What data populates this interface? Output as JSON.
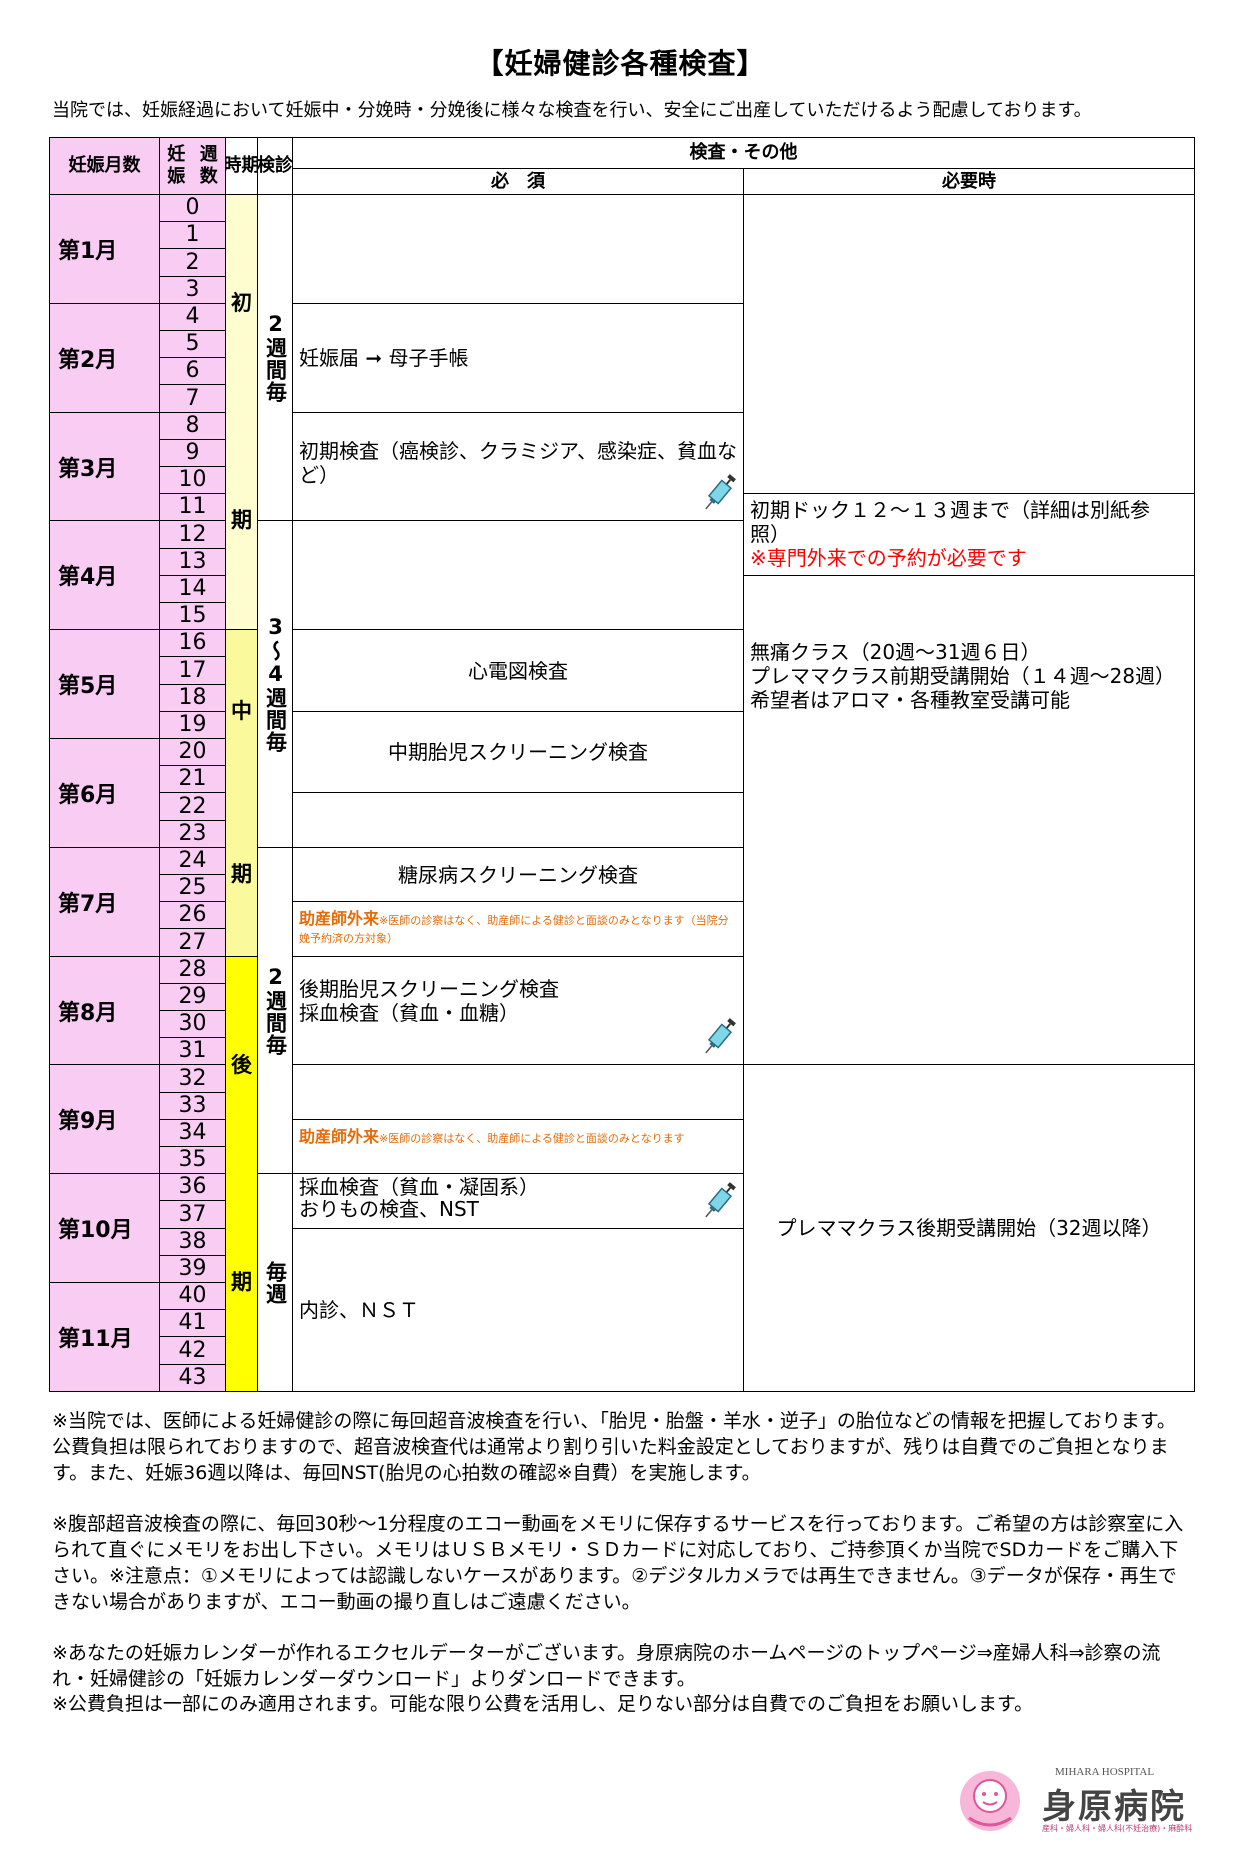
{
  "title": "【妊婦健診各種検査】",
  "intro": "当院では、妊娠経過において妊娠中・分娩時・分娩後に様々な検査を行い、安全にご出産していただけるよう配慮しております。",
  "headers": {
    "month": "妊娠月数",
    "week_l1": "妊娠",
    "week_l2": "週数",
    "period_l1": "時",
    "period_l2": "期",
    "exam_l1": "検",
    "exam_l2": "診",
    "tests": "検査・その他",
    "required": "必　須",
    "when_needed": "必要時"
  },
  "months": [
    "第1月",
    "第2月",
    "第3月",
    "第4月",
    "第5月",
    "第6月",
    "第7月",
    "第8月",
    "第9月",
    "第10月",
    "第11月"
  ],
  "weeks": [
    "0",
    "1",
    "2",
    "3",
    "4",
    "5",
    "6",
    "7",
    "8",
    "9",
    "10",
    "11",
    "12",
    "13",
    "14",
    "15",
    "16",
    "17",
    "18",
    "19",
    "20",
    "21",
    "22",
    "23",
    "24",
    "25",
    "26",
    "27",
    "28",
    "29",
    "30",
    "31",
    "32",
    "33",
    "34",
    "35",
    "36",
    "37",
    "38",
    "39",
    "40",
    "41",
    "42",
    "43"
  ],
  "periods": {
    "early_1": "初",
    "early_2": "期",
    "mid_1": "中",
    "mid_2": "期",
    "late_1": "後",
    "late_2": "期"
  },
  "exam_intervals": {
    "a": "2週間毎",
    "b": "3〜4週間毎",
    "c": "2週間毎",
    "d": "毎週"
  },
  "required": {
    "r2": "妊娠届 ➞ 母子手帳",
    "r3": "初期検査（癌検診、クラミジア、感染症、貧血など）",
    "r5": "心電図検査",
    "r6": "中期胎児スクリーニング検査",
    "r8": "糖尿病スクリーニング検査",
    "r9_label": "助産師外来",
    "r9_note": "※医師の診察はなく、助産師による健診と面談のみとなります（当院分娩予約済の方対象）",
    "r10_l1": "後期胎児スクリーニング検査",
    "r10_l2": "採血検査（貧血・血糖）",
    "r12_label": "助産師外来",
    "r12_note": "※医師の診察はなく、助産師による健診と面談のみとなります",
    "r13_l1": "採血検査（貧血・凝固系）",
    "r13_l2": "おりもの検査、NST",
    "r14": "内診、ＮＳＴ"
  },
  "when_needed": {
    "n1": "初期ドック１２〜１３週まで（詳細は別紙参照）",
    "n1_red": "※専門外来での予約が必要です",
    "n2_l1": "無痛クラス（20週〜31週６日）",
    "n2_l2": "プレママクラス前期受講開始（１４週〜28週）",
    "n2_l3": "希望者はアロマ・各種教室受講可能",
    "n3": "プレママクラス後期受講開始（32週以降）"
  },
  "notes": [
    "※当院では、医師による妊婦健診の際に毎回超音波検査を行い、「胎児・胎盤・羊水・逆子」の胎位などの情報を把握しております。公費負担は限られておりますので、超音波検査代は通常より割り引いた料金設定としておりますが、残りは自費でのご負担となります。また、妊娠36週以降は、毎回NST(胎児の心拍数の確認※自費）を実施します。",
    "※腹部超音波検査の際に、毎回30秒〜1分程度のエコー動画をメモリに保存するサービスを行っております。ご希望の方は診察室に入られて直ぐにメモリをお出し下さい。メモリはＵＳＢメモリ・ＳＤカードに対応しており、ご持参頂くか当院でSDカードをご購入下さい。※注意点：①メモリによっては認識しないケースがあります。②デジタルカメラでは再生できません。③データが保存・再生できない場合がありますが、エコー動画の撮り直しはご遠慮ください。",
    "※あなたの妊娠カレンダーが作れるエクセルデーターがございます。身原病院のホームページのトップページ⇒産婦人科⇒診察の流れ・妊婦健診の「妊娠カレンダーダウンロード」よりダンロードできます。",
    "※公費負担は一部にのみ適用されます。可能な限り公費を活用し、足りない部分は自費でのご負担をお願いします。"
  ],
  "logo": {
    "en": "MIHARA HOSPITAL",
    "jp": "身原病院",
    "sub": "産科・婦人科・婦人科(不妊治療)・麻酔科"
  },
  "colors": {
    "pink": "#f9ccf3",
    "light_yellow": "#fdfdd0",
    "yellow": "#ffff00",
    "red": "#ff0000",
    "orange": "#e46c0a"
  }
}
